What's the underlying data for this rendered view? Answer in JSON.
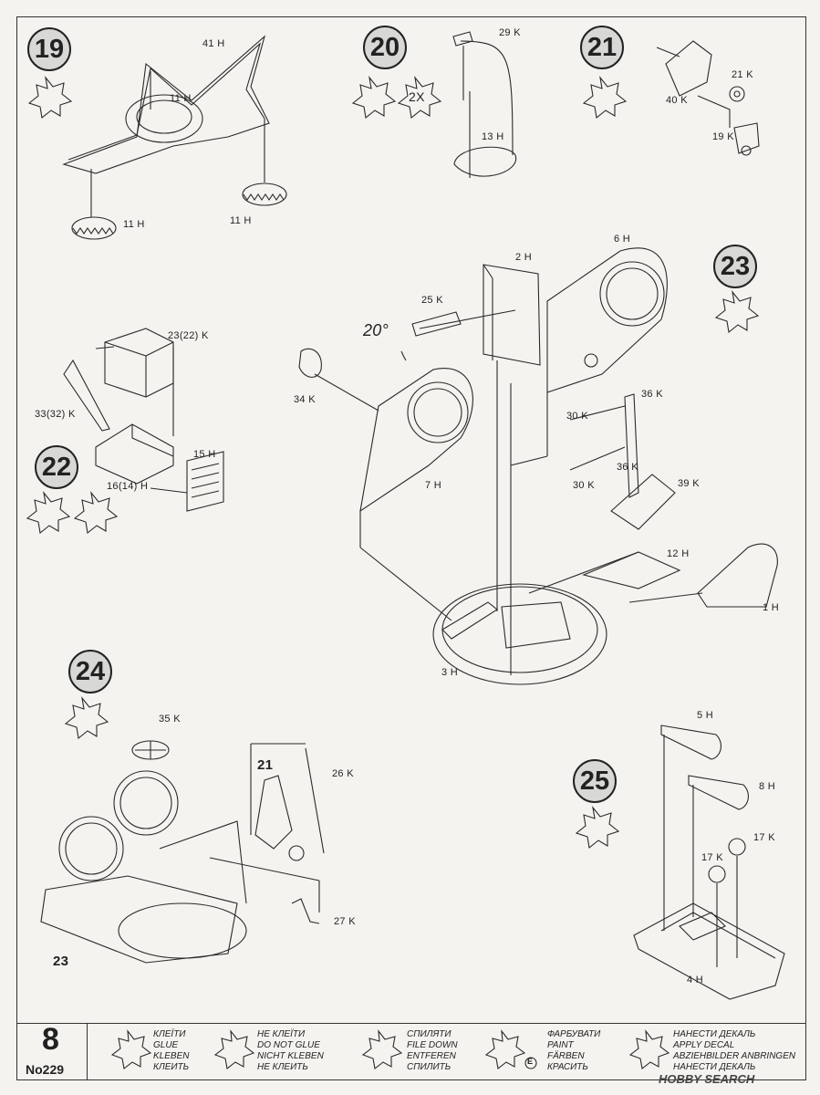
{
  "page": {
    "number": "8",
    "kit_number": "No229"
  },
  "steps": [
    "19",
    "20",
    "21",
    "22",
    "23",
    "24",
    "25"
  ],
  "step_markers": {
    "in_step_24_ref21": "21",
    "in_step_24_ref23": "23",
    "twox": "2X"
  },
  "angle": "20°",
  "parts": {
    "p41h": "41 H",
    "p11h_top": "11 H",
    "p11h_left": "11 H",
    "p11h_right": "11 H",
    "p29k": "29 K",
    "p13h": "13 H",
    "p21k": "21 K",
    "p40k": "40 K",
    "p19k": "19 K",
    "p23k": "23(22) K",
    "p33k": "33(32) K",
    "p15h": "15 H",
    "p16h": "16(14) H",
    "p2h": "2 H",
    "p25k": "25 K",
    "p6h": "6 H",
    "p34k": "34 K",
    "p7h": "7 H",
    "p36k_a": "36 K",
    "p30k_a": "30 K",
    "p36k_b": "36 K",
    "p30k_b": "30 K",
    "p39k": "39 K",
    "p12h": "12 H",
    "p1h": "1 H",
    "p3h": "3 H",
    "p35k": "35 K",
    "p26k": "26 K",
    "p27k": "27 K",
    "p5h": "5 H",
    "p8h": "8 H",
    "p17k_a": "17 K",
    "p17k_b": "17 K",
    "p4h": "4 H"
  },
  "legend": {
    "glue": [
      "КЛЕЇТИ",
      "GLUE",
      "KLEBEN",
      "КЛЕИТЬ"
    ],
    "noglue": [
      "НЕ КЛЕЇТИ",
      "DO NOT GLUE",
      "NICHT KLEBEN",
      "НЕ КЛЕИТЬ"
    ],
    "file": [
      "СПИЛЯТИ",
      "FILE DOWN",
      "ENTFEREN",
      "СПИЛИТЬ"
    ],
    "paint": [
      "ФАРБУВАТИ",
      "PAINT",
      "FÄRBEN",
      "КРАСИТЬ"
    ],
    "decal": [
      "НАНЕСТИ ДЕКАЛЬ",
      "APPLY DECAL",
      "ABZIEHBILDER ANBRINGEN",
      "НАНЕСТИ ДЕКАЛЬ"
    ],
    "paint_badge": "E"
  },
  "watermark": "HOBBY SEARCH",
  "colors": {
    "line": "#2a2a2a",
    "paper": "#f4f3ef",
    "step_fill": "#d8d8d6"
  }
}
